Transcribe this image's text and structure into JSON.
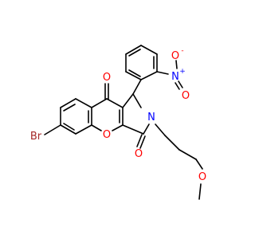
{
  "molecule": {
    "atoms": {
      "br": {
        "text": "Br",
        "color": "#a52a2a"
      },
      "o_ketone": {
        "text": "O",
        "color": "#ff0000"
      },
      "o_ring": {
        "text": "O",
        "color": "#ff0000"
      },
      "o_amide": {
        "text": "O",
        "color": "#ff0000"
      },
      "n_ring": {
        "text": "N",
        "color": "#0000ff"
      },
      "o_methoxy": {
        "text": "O",
        "color": "#ff0000"
      },
      "n_nitro": {
        "text": "N",
        "color": "#0000ff"
      },
      "n_nitro_charge": {
        "text": "+",
        "color": "#0000ff"
      },
      "o_nitro_top": {
        "text": "O",
        "color": "#ff0000"
      },
      "o_nitro_top_charge": {
        "text": "-",
        "color": "#ff0000"
      },
      "o_nitro_bottom": {
        "text": "O",
        "color": "#ff0000"
      }
    },
    "bond_color": "#000000"
  }
}
